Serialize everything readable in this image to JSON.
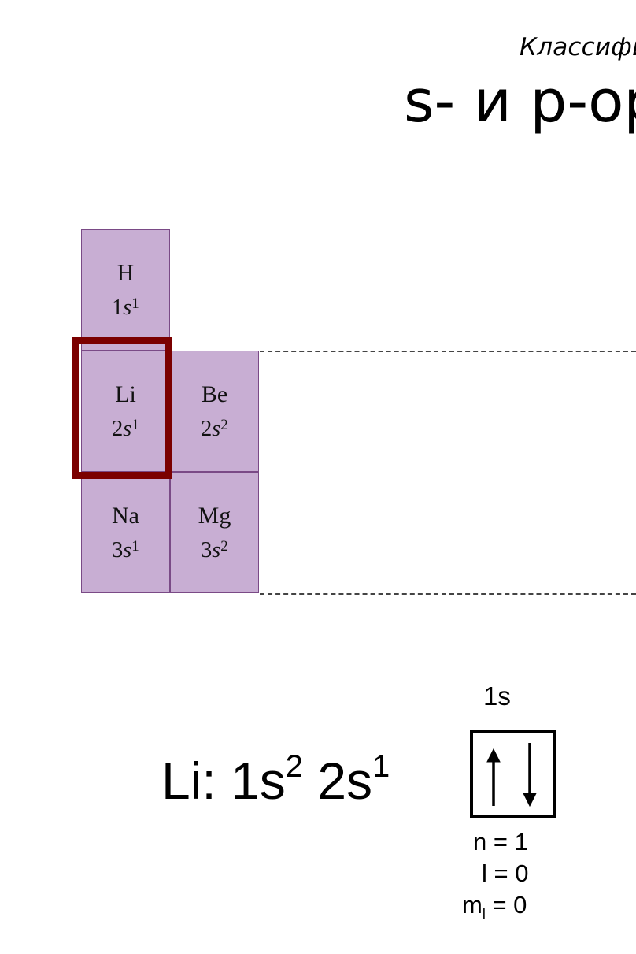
{
  "header": {
    "subtitle": "Классифи",
    "title": "s- и p-ор"
  },
  "table": {
    "cells": [
      {
        "symbol": "H",
        "n": "1",
        "orbital": "s",
        "electrons": "1"
      },
      {
        "symbol": "Li",
        "n": "2",
        "orbital": "s",
        "electrons": "1"
      },
      {
        "symbol": "Be",
        "n": "2",
        "orbital": "s",
        "electrons": "2"
      },
      {
        "symbol": "Na",
        "n": "3",
        "orbital": "s",
        "electrons": "1"
      },
      {
        "symbol": "Mg",
        "n": "3",
        "orbital": "s",
        "electrons": "2"
      }
    ]
  },
  "config": {
    "prefix": "Li: 1s",
    "exp1": "2",
    "middle": " 2s",
    "exp2": "1"
  },
  "orbital": {
    "label": "1s",
    "arrows": {
      "up": "↑",
      "down": "↓"
    },
    "n_line": "n = 1",
    "l_line": "l = 0",
    "ml_prefix": "m",
    "ml_sub": "l",
    "ml_value": " = 0"
  },
  "colors": {
    "cell_fill": "#c8aed3",
    "cell_border": "#7a4a86",
    "highlight": "#7b0000"
  }
}
